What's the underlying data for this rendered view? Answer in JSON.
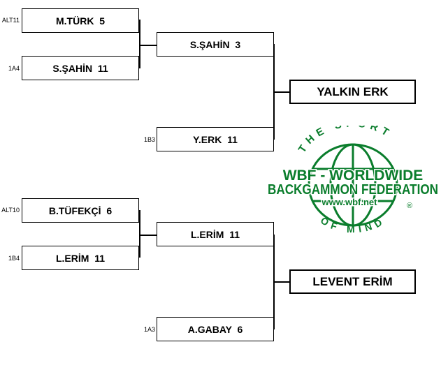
{
  "bracket_top": {
    "r1": [
      {
        "seed": "ALT11",
        "name": "M.TÜRK  5"
      },
      {
        "seed": "1A4",
        "name": "S.ŞAHİN  11"
      }
    ],
    "r2": [
      {
        "name": "S.ŞAHİN  3"
      },
      {
        "seed": "1B3",
        "name": "Y.ERK  11"
      }
    ],
    "winner": "YALKIN ERK"
  },
  "bracket_bottom": {
    "r1": [
      {
        "seed": "ALT10",
        "name": "B.TÜFEKÇİ  6"
      },
      {
        "seed": "1B4",
        "name": "L.ERİM  11"
      }
    ],
    "r2": [
      {
        "name": "L.ERİM  11"
      },
      {
        "seed": "1A3",
        "name": "A.GABAY  6"
      }
    ],
    "winner": "LEVENT ERİM"
  },
  "logo": {
    "arc_top": "THE SPORT",
    "line1": "WBF - WORLDWIDE",
    "line2": "BACKGAMMON FEDERATION",
    "url": "www.wbf.net",
    "arc_bottom": "OF MIND",
    "registered": "®",
    "color": "#0a7d2c"
  }
}
